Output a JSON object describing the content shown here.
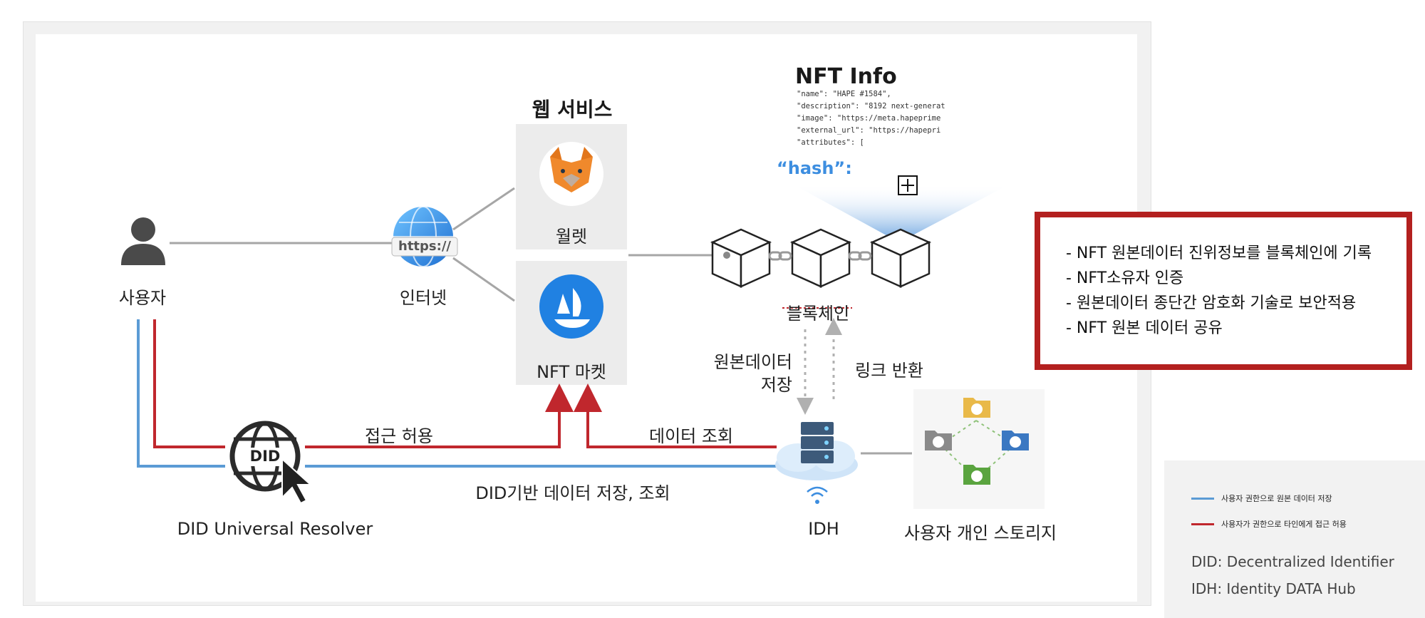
{
  "nft_info": {
    "title": "NFT Info",
    "lines": [
      "\"name\": \"HAPE #1584\",",
      "\"description\": \"8192 next-generat",
      "\"image\": \"https://meta.hapeprime",
      "\"external_url\": \"https://hapepri",
      "\"attributes\": ["
    ],
    "hash": "“hash”:"
  },
  "web_service": {
    "title": "웹 서비스",
    "wallet_label": "월렛",
    "market_label": "NFT 마켓"
  },
  "nodes": {
    "user": "사용자",
    "internet": "인터넷",
    "https_badge": "https://",
    "blockchain": "블록체인",
    "did_badge": "DID",
    "did_resolver": "DID Universal Resolver",
    "idh": "IDH",
    "storage": "사용자 개인 스토리지"
  },
  "edges": {
    "store_original": [
      "원본데이터",
      "저장"
    ],
    "link_return": "링크 반환",
    "access_allow": "접근 허용",
    "data_query": "데이터 조회",
    "did_store_query": "DID기반 데이터 저장, 조회"
  },
  "features": [
    "- NFT 원본데이터 진위정보를 블록체인에 기록",
    "- NFT소유자 인증",
    "- 원본데이터 종단간 암호화 기술로 보안적용",
    "- NFT 원본 데이터 공유"
  ],
  "legend": {
    "blue_text": "사용자 권한으로 원본 데이터 저장",
    "red_text": "사용자가 권한으로 타인에게 접근 허용",
    "did_abbr": "DID: Decentralized Identifier",
    "idh_abbr": "IDH: Identity DATA Hub"
  },
  "colors": {
    "blue": "#5b9bd5",
    "red": "#c0272d",
    "grey_line": "#a6a6a6",
    "hash_blue": "#3d8ee0"
  }
}
